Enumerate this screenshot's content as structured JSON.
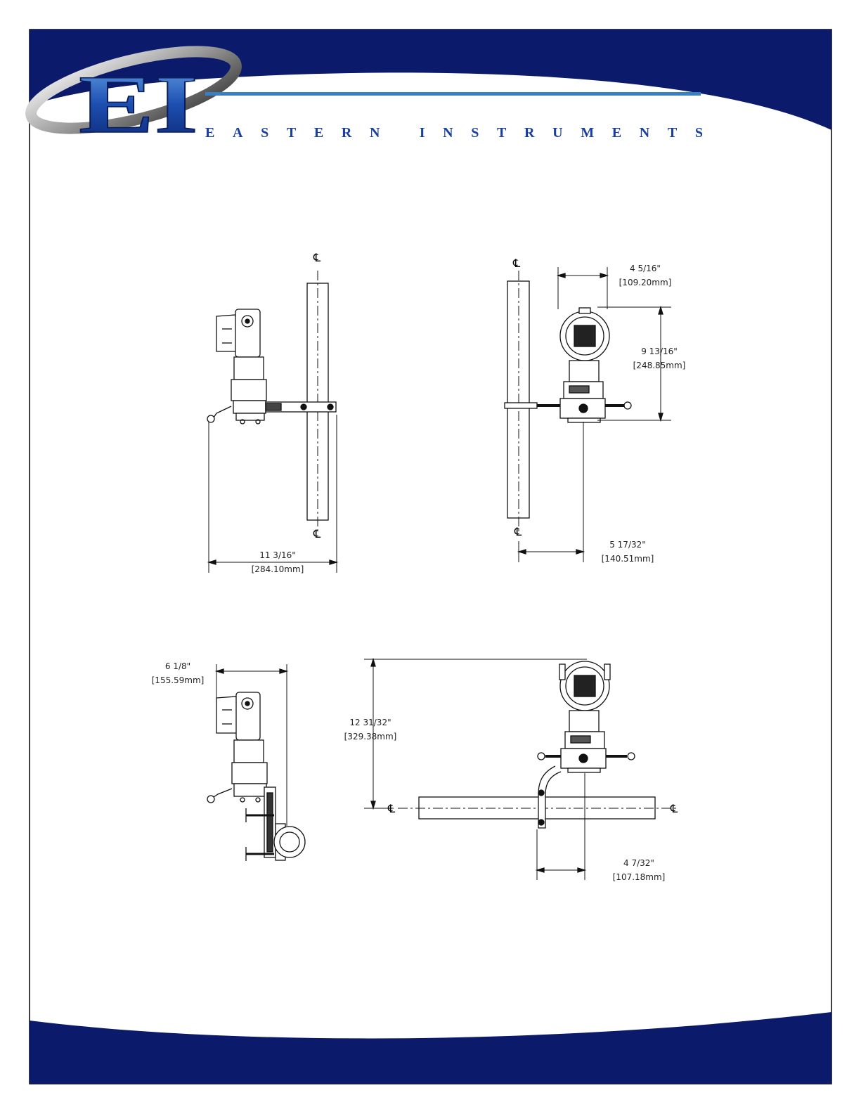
{
  "logo": {
    "monogram": "EI",
    "wordmark": "EASTERN INSTRUMENTS"
  },
  "colors": {
    "navy": "#0c1a6b",
    "blue": "#1c3fa0",
    "light_blue": "#3a78c8",
    "line": "#3a7fbf"
  },
  "centerline_symbol": "℄",
  "dimensions": {
    "d1": {
      "in": "11 3/16\"",
      "mm": "284.10mm"
    },
    "d2": {
      "in": "4 5/16\"",
      "mm": "109.20mm"
    },
    "d3": {
      "in": "9 13/16\"",
      "mm": "248.85mm"
    },
    "d4": {
      "in": "5 17/32\"",
      "mm": "140.51mm"
    },
    "d5": {
      "in": "6 1/8\"",
      "mm": "155.59mm"
    },
    "d6": {
      "in": "12 31/32\"",
      "mm": "329.38mm"
    },
    "d7": {
      "in": "4 7/32\"",
      "mm": "107.18mm"
    }
  }
}
